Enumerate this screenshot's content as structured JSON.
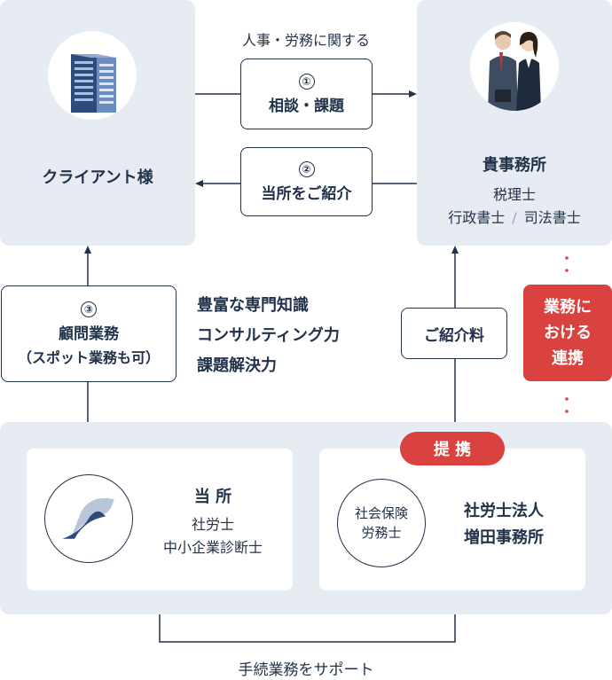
{
  "client": {
    "label": "クライアント様"
  },
  "firm": {
    "title": "貴事務所",
    "line1": "税理士",
    "line2a": "行政書士",
    "line2sep": "/",
    "line2b": "司法書士"
  },
  "flow_top": {
    "caption": "人事・労務に関する",
    "step1_num": "①",
    "step1_label": "相談・課題",
    "step2_num": "②",
    "step2_label": "当所をご紹介"
  },
  "left_box": {
    "num": "③",
    "title": "顧問業務",
    "sub": "（スポット業務も可）"
  },
  "skills": [
    "豊富な専門知識",
    "コンサルティング力",
    "課題解決力"
  ],
  "fee": {
    "label": "ご紹介料"
  },
  "collab": {
    "lines": [
      "業務に",
      "おける",
      "連携"
    ]
  },
  "teikei": {
    "label": "提 携"
  },
  "office": {
    "title": "当 所",
    "line1": "社労士",
    "line2": "中小企業診断士"
  },
  "partner": {
    "circle_line1": "社会保険",
    "circle_line2": "労務士",
    "name_line1": "社労士法人",
    "name_line2": "増田事務所"
  },
  "bottom": {
    "caption": "手続業務をサポート"
  },
  "colors": {
    "navy": "#22324a",
    "panel": "#e7ecf3",
    "red": "#d9423f",
    "logo_blue": "#2f4b7c"
  }
}
